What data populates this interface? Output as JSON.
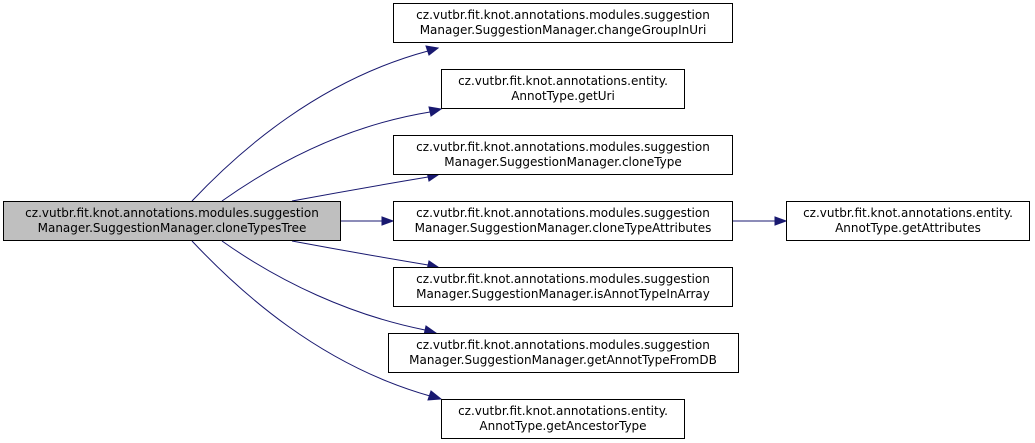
{
  "colors": {
    "root_fill": "#bfbfbf",
    "node_fill": "#ffffff",
    "border": "#000000",
    "edge": "#191970"
  },
  "nodes": {
    "root": {
      "line1": "cz.vutbr.fit.knot.annotations.modules.suggestion",
      "line2": "Manager.SuggestionManager.cloneTypesTree"
    },
    "changeGroupInUri": {
      "line1": "cz.vutbr.fit.knot.annotations.modules.suggestion",
      "line2": "Manager.SuggestionManager.changeGroupInUri"
    },
    "getUri": {
      "line1": "cz.vutbr.fit.knot.annotations.entity.",
      "line2": "AnnotType.getUri"
    },
    "cloneType": {
      "line1": "cz.vutbr.fit.knot.annotations.modules.suggestion",
      "line2": "Manager.SuggestionManager.cloneType"
    },
    "cloneTypeAttributes": {
      "line1": "cz.vutbr.fit.knot.annotations.modules.suggestion",
      "line2": "Manager.SuggestionManager.cloneTypeAttributes"
    },
    "getAttributes": {
      "line1": "cz.vutbr.fit.knot.annotations.entity.",
      "line2": "AnnotType.getAttributes"
    },
    "isAnnotTypeInArray": {
      "line1": "cz.vutbr.fit.knot.annotations.modules.suggestion",
      "line2": "Manager.SuggestionManager.isAnnotTypeInArray"
    },
    "getAnnotTypeFromDB": {
      "line1": "cz.vutbr.fit.knot.annotations.modules.suggestion",
      "line2": "Manager.SuggestionManager.getAnnotTypeFromDB"
    },
    "getAncestorType": {
      "line1": "cz.vutbr.fit.knot.annotations.entity.",
      "line2": "AnnotType.getAncestorType"
    }
  }
}
